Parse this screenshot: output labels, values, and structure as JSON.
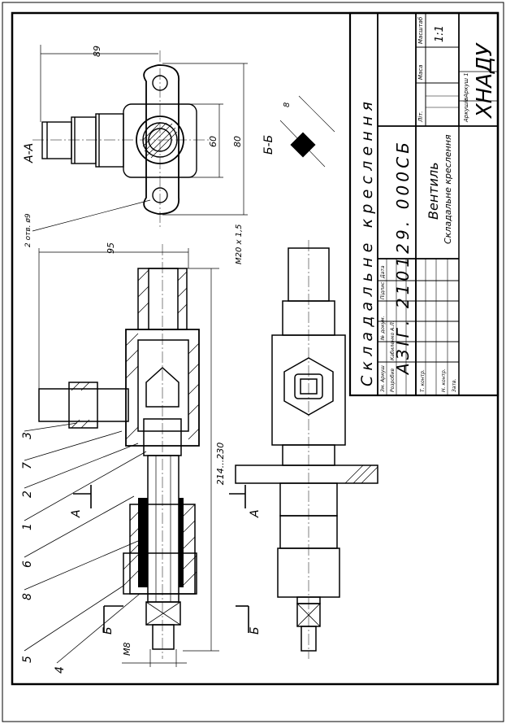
{
  "drawing": {
    "title": "Складальне креслення",
    "code": "АЗІГ. 210129. 000СБ",
    "part_name": "Вентиль",
    "part_subtitle": "Складальне креслення",
    "organization": "ХНАДУ",
    "scale": "1:1",
    "sheet": "Аркуш 1",
    "sheets_label": "Аркушів",
    "col_lit": "Літ.",
    "col_mass": "Маса",
    "col_scale": "Масштаб",
    "sign_rows": [
      "Зм. Аркуш",
      "№ докум.",
      "Підпис",
      "Дата"
    ],
    "role_developed": "Розробив",
    "developer": "Кабиленко А.Л.",
    "role_checked": "Т. контр.",
    "role_norm": "Н. контр.",
    "role_approved": "Затв."
  },
  "views": {
    "section_aa": "А-А",
    "section_bb": "Б-Б",
    "cut_a": "А",
    "cut_b": "Б"
  },
  "dimensions": {
    "d89": "89",
    "d60": "60",
    "d80": "80",
    "holes": "2 отв. ø9",
    "d95": "95",
    "thread_m20": "M20 x 1,5",
    "d214": "214...230",
    "d8": "8",
    "thread_m8": "M8"
  },
  "callouts": [
    "3",
    "7",
    "2",
    "1",
    "6",
    "8",
    "5",
    "4"
  ]
}
